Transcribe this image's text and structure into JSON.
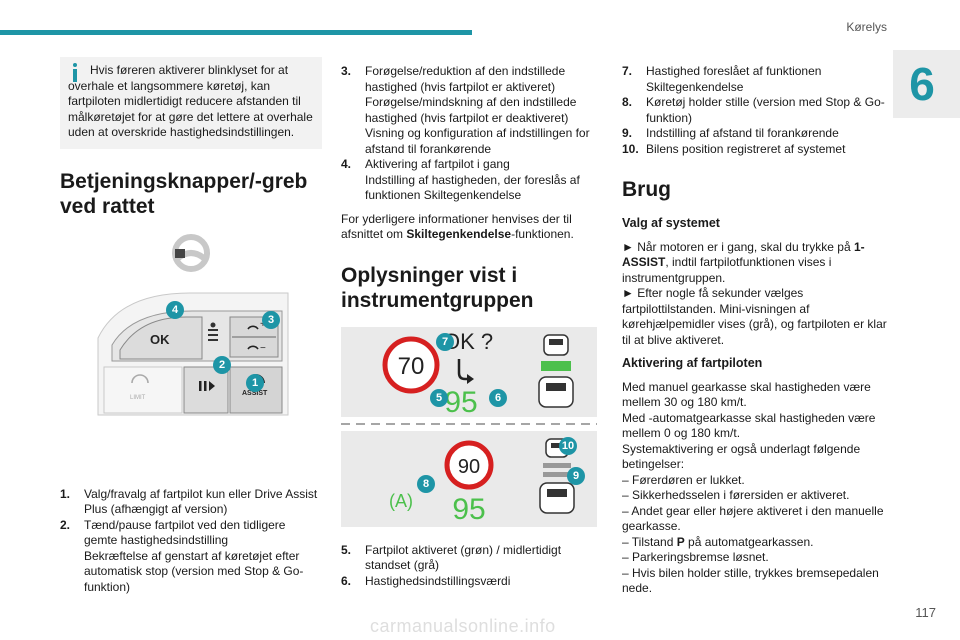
{
  "header": {
    "chapter_title": "Kørelys",
    "chapter_number": "6",
    "accent": "#1e95a6"
  },
  "col1": {
    "info": "Hvis føreren aktiverer blinklyset for at overhale et langsommere køretøj, kan fartpiloten midlertidigt reducere afstanden til målkøretøjet for at gøre det lettere at overhale uden at overskride hastighedsindstillingen.",
    "heading": "Betjeningsknapper/-greb ved rattet",
    "fig_labels": {
      "ok": "OK",
      "assist": "ASSIST",
      "limit": "LIMIT",
      "plus": "+",
      "minus": "−"
    },
    "fig_badges": [
      "4",
      "3",
      "2",
      "1"
    ],
    "list": [
      {
        "n": "1.",
        "text": "Valg/fravalg af fartpilot kun eller Drive Assist Plus (afhængigt af version)"
      },
      {
        "n": "2.",
        "text": "Tænd/pause fartpilot ved den tidligere gemte hastighedsindstilling"
      },
      {
        "n": "",
        "text": "Bekræftelse af genstart af køretøjet efter automatisk stop (version med Stop & Go-funktion)"
      }
    ]
  },
  "col2": {
    "list": [
      {
        "n": "3.",
        "text": "Forøgelse/reduktion af den indstillede hastighed (hvis fartpilot er aktiveret)"
      },
      {
        "n": "",
        "text": "Forøgelse/mindskning af den indstillede hastighed (hvis fartpilot er deaktiveret)"
      },
      {
        "n": "",
        "text": "Visning og konfiguration af indstillingen for afstand til forankørende"
      },
      {
        "n": "4.",
        "text": "Aktivering af fartpilot i gang"
      },
      {
        "n": "",
        "text": "Indstilling af hastigheden, der foreslås af funktionen Skiltegenkendelse"
      }
    ],
    "ref_pre": "For yderligere informationer henvises der til afsnittet om ",
    "ref_bold": "Skiltegenkendelse",
    "ref_post": "-funktionen.",
    "heading": "Oplysninger vist i instrumentgruppen",
    "fig": {
      "ok_text": "OK ?",
      "sign_top": "70",
      "speed_top": "95",
      "sign_bottom": "90",
      "speed_bottom": "95",
      "a_symbol": "(A)"
    },
    "fig_badges": [
      "7",
      "5",
      "6",
      "10",
      "9",
      "8"
    ],
    "list2": [
      {
        "n": "5.",
        "text": "Fartpilot aktiveret (grøn) / midlertidigt standset (grå)"
      },
      {
        "n": "6.",
        "text": "Hastighedsindstillingsværdi"
      }
    ]
  },
  "col3": {
    "list": [
      {
        "n": "7.",
        "text": "Hastighed foreslået af funktionen Skiltegenkendelse"
      },
      {
        "n": "8.",
        "text": "Køretøj holder stille (version med Stop & Go-funktion)"
      },
      {
        "n": "9.",
        "text": "Indstilling af afstand til forankørende"
      },
      {
        "n": "10.",
        "text": "Bilens position registreret af systemet"
      }
    ],
    "heading": "Brug",
    "sub1": "Valg af systemet",
    "p1_pre": "► Når motoren er i gang, skal du trykke på ",
    "p1_bold": "1-ASSIST",
    "p1_post": ", indtil fartpilotfunktionen vises i instrumentgruppen.",
    "p2": "► Efter nogle få sekunder vælges fartpilottilstanden. Mini-visningen af kørehjælpemidler vises (grå), og fartpiloten er klar til at blive aktiveret.",
    "sub2": "Aktivering af fartpiloten",
    "p3": "Med manuel gearkasse skal hastigheden være mellem 30 og 180 km/t.",
    "p4": "Med -automatgearkasse skal hastigheden være mellem 0 og 180 km/t.",
    "p5": "Systemaktivering er også underlagt følgende betingelser:",
    "conds": [
      {
        "text": "– Førerdøren er lukket."
      },
      {
        "text": "– Sikkerhedsselen i førersiden er aktiveret."
      },
      {
        "text": "– Andet gear eller højere aktiveret i den manuelle gearkasse."
      },
      {
        "pre": "– Tilstand ",
        "bold": "P",
        "post": " på automatgearkassen."
      },
      {
        "text": "– Parkeringsbremse løsnet."
      },
      {
        "text": "– Hvis bilen holder stille, trykkes bremsepedalen nede."
      }
    ]
  },
  "footer": {
    "page_number": "117",
    "watermark": "carmanualsonline.info"
  }
}
